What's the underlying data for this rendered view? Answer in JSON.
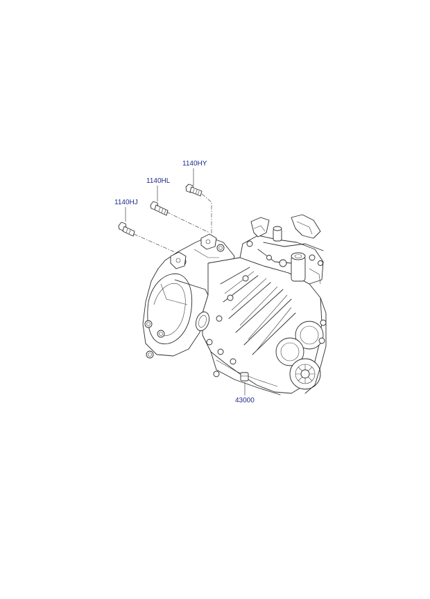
{
  "diagram": {
    "callouts": [
      {
        "id": "bolt-a",
        "label": "1140HY"
      },
      {
        "id": "bolt-b",
        "label": "1140HL"
      },
      {
        "id": "bolt-c",
        "label": "1140HJ"
      },
      {
        "id": "transaxle",
        "label": "43000"
      }
    ],
    "colors": {
      "label": "#1c2a8a",
      "line": "#2a2a2a",
      "background": "#ffffff"
    }
  }
}
